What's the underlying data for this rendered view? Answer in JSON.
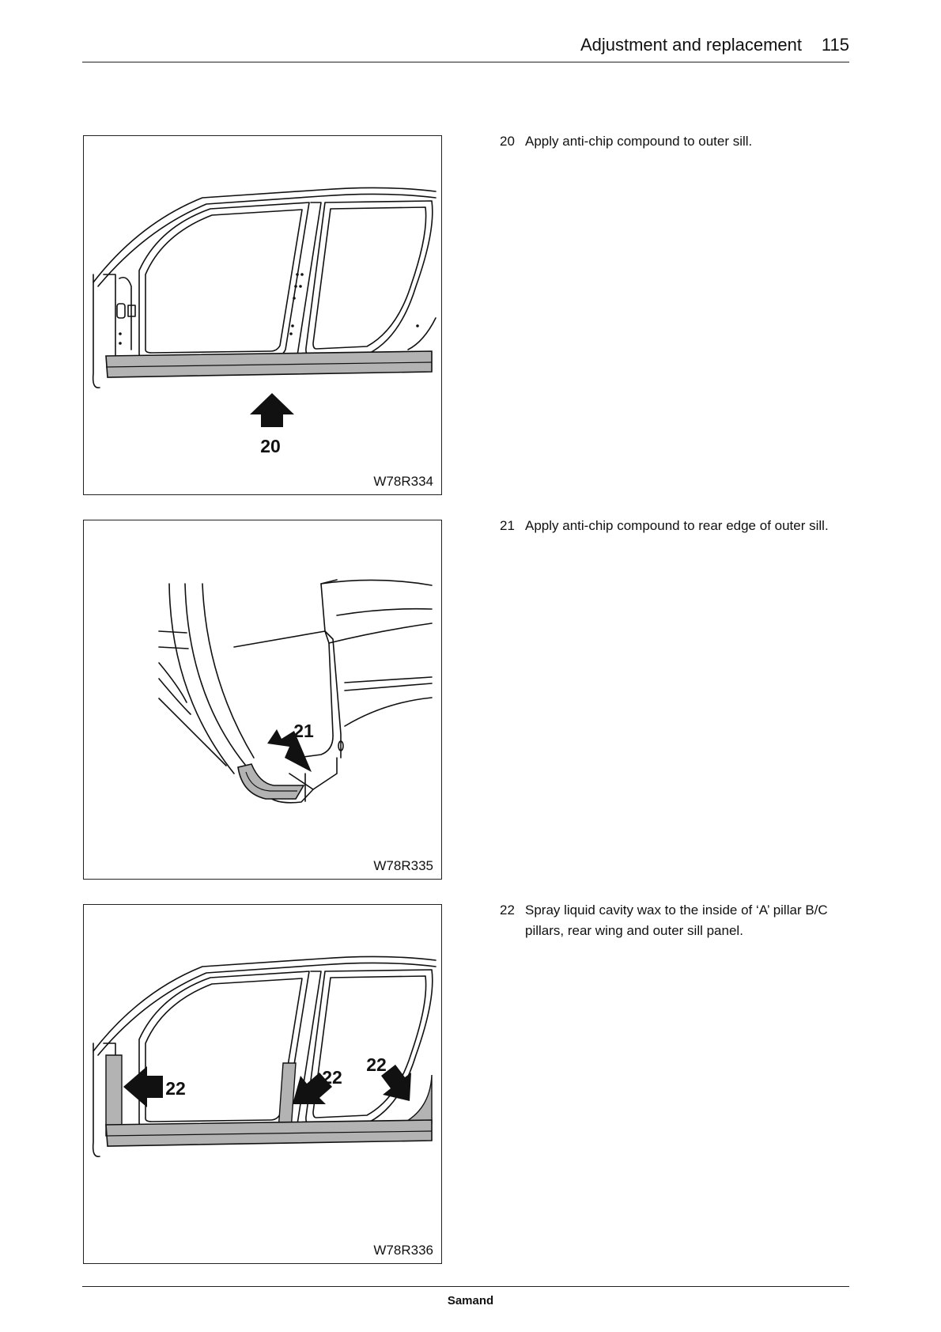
{
  "header": {
    "title": "Adjustment and replacement",
    "page_number": "115"
  },
  "steps": [
    {
      "number": "20",
      "text": "Apply anti-chip compound to outer sill.",
      "figure_code": "W78R334",
      "callouts": [
        "20"
      ]
    },
    {
      "number": "21",
      "text": "Apply anti-chip compound to rear edge of outer sill.",
      "figure_code": "W78R335",
      "callouts": [
        "21"
      ]
    },
    {
      "number": "22",
      "text": "Spray liquid cavity wax to the inside of ‘A’ pillar B/C pillars, rear wing and outer sill panel.",
      "figure_code": "W78R336",
      "callouts": [
        "22",
        "22",
        "22"
      ]
    }
  ],
  "footer": {
    "brand": "Samand"
  },
  "colors": {
    "ink": "#111111",
    "shade": "#b3b3b3"
  }
}
